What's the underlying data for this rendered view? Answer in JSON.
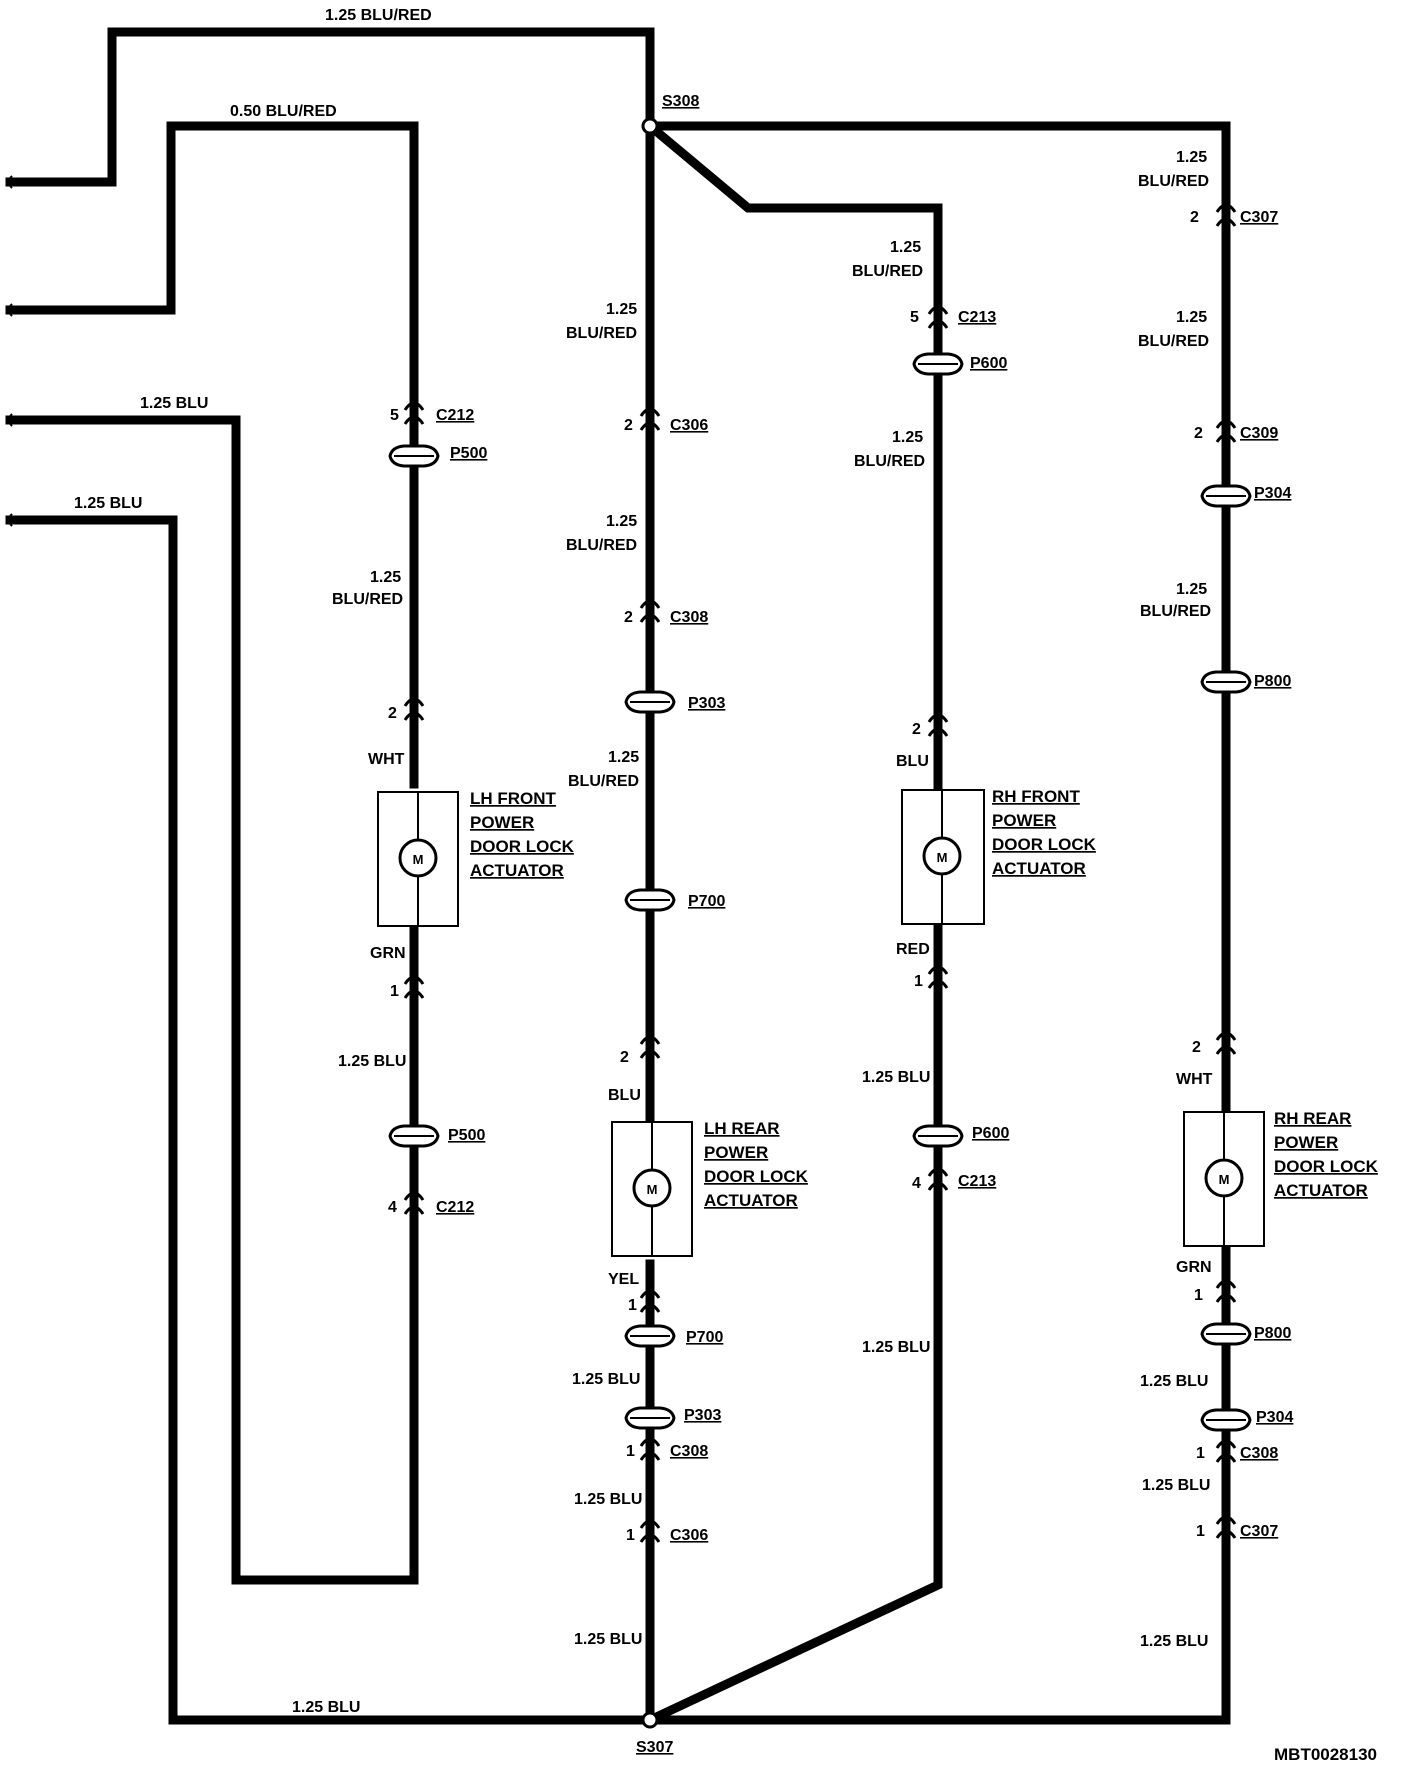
{
  "diagram": {
    "figure_id": "MBT0028130",
    "splices": {
      "top": "S308",
      "bottom": "S307"
    },
    "top_wires": {
      "main": "1.25 BLU/RED",
      "second": "0.50 BLU/RED",
      "third": "1.25 BLU",
      "fourth": "1.25 BLU"
    },
    "bottom_wire": "1.25 BLU",
    "lh_front": {
      "c212_top": "C212",
      "c212_top_pin": "5",
      "p500_top": "P500",
      "wire_mid_1": "1.25",
      "wire_mid_2": "BLU/RED",
      "pin_top": "2",
      "color_top": "WHT",
      "actuator": [
        "LH FRONT",
        "POWER",
        "DOOR LOCK",
        "ACTUATOR"
      ],
      "color_bottom": "GRN",
      "pin_bottom": "1",
      "wire_bottom": "1.25 BLU",
      "p500_bottom": "P500",
      "c212_bottom": "C212",
      "c212_bottom_pin": "4"
    },
    "lh_rear": {
      "w1_1": "1.25",
      "w1_2": "BLU/RED",
      "c306_top": "C306",
      "c306_top_pin": "2",
      "w2_1": "1.25",
      "w2_2": "BLU/RED",
      "c308_top": "C308",
      "c308_top_pin": "2",
      "p303_top": "P303",
      "w3_1": "1.25",
      "w3_2": "BLU/RED",
      "p700_top": "P700",
      "pin_top": "2",
      "color_top": "BLU",
      "actuator": [
        "LH REAR",
        "POWER",
        "DOOR LOCK",
        "ACTUATOR"
      ],
      "color_bottom": "YEL",
      "pin_bottom": "1",
      "p700_bottom": "P700",
      "w4": "1.25 BLU",
      "p303_bottom": "P303",
      "c308_bottom": "C308",
      "c308_bottom_pin": "1",
      "w5": "1.25 BLU",
      "c306_bottom": "C306",
      "c306_bottom_pin": "1",
      "w6": "1.25 BLU"
    },
    "rh_front": {
      "w1_1": "1.25",
      "w1_2": "BLU/RED",
      "c213_top": "C213",
      "c213_top_pin": "5",
      "p600_top": "P600",
      "w2_1": "1.25",
      "w2_2": "BLU/RED",
      "pin_top": "2",
      "color_top": "BLU",
      "actuator": [
        "RH FRONT",
        "POWER",
        "DOOR LOCK",
        "ACTUATOR"
      ],
      "color_bottom": "RED",
      "pin_bottom": "1",
      "w3": "1.25 BLU",
      "p600_bottom": "P600",
      "c213_bottom": "C213",
      "c213_bottom_pin": "4",
      "w4": "1.25 BLU"
    },
    "rh_rear": {
      "w1_1": "1.25",
      "w1_2": "BLU/RED",
      "c307_top": "C307",
      "c307_top_pin": "2",
      "w2_1": "1.25",
      "w2_2": "BLU/RED",
      "c309_top": "C309",
      "c309_top_pin": "2",
      "p304_top": "P304",
      "w3_1": "1.25",
      "w3_2": "BLU/RED",
      "p800_top": "P800",
      "pin_top": "2",
      "color_top": "WHT",
      "actuator": [
        "RH REAR",
        "POWER",
        "DOOR LOCK",
        "ACTUATOR"
      ],
      "color_bottom": "GRN",
      "pin_bottom": "1",
      "p800_bottom": "P800",
      "w4": "1.25 BLU",
      "p304_bottom": "P304",
      "c308_bottom": "C308",
      "c308_bottom_pin": "1",
      "w5": "1.25 BLU",
      "c307_bottom": "C307",
      "c307_bottom_pin": "1",
      "w6": "1.25 BLU"
    },
    "motor_symbol": "M"
  }
}
